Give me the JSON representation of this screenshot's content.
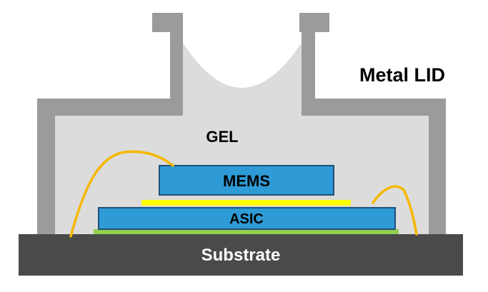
{
  "labels": {
    "lid": "Metal LID",
    "gel": "GEL",
    "mems": "MEMS",
    "asic": "ASIC",
    "substrate": "Substrate"
  },
  "colors": {
    "lid": "#9b9b9b",
    "gel": "#dcdcdc",
    "substrate": "#4a4a4a",
    "die_fill": "#2e9bd6",
    "die_border": "#1f4f78",
    "die_attach_mems": "#ffff00",
    "die_attach_asic": "#92d050",
    "bond_wire": "#f5b800",
    "text_dark": "#000000",
    "text_light": "#ffffff"
  }
}
